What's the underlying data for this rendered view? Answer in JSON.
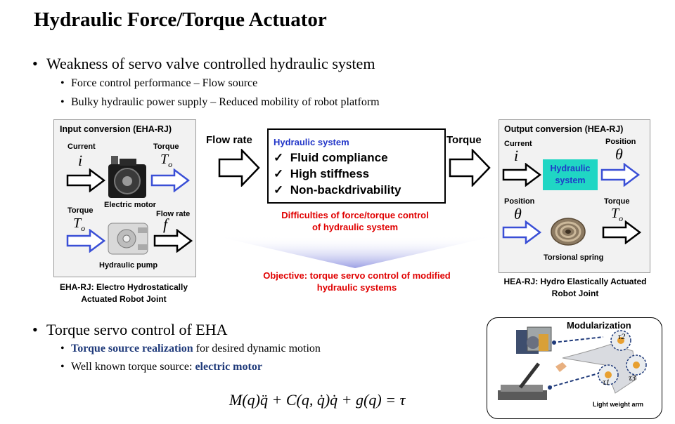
{
  "title": "Hydraulic Force/Torque Actuator",
  "bullet1": {
    "text": "Weakness of servo valve controlled hydraulic system",
    "subs": [
      "Force control performance – Flow source",
      "Bulky hydraulic power supply – Reduced mobility of robot platform"
    ]
  },
  "eha_panel": {
    "title": "Input conversion (EHA-RJ)",
    "current": "Current",
    "current_sym": "i",
    "torque1": "Torque",
    "torque1_sym": "T",
    "torque1_sub": "o",
    "motor": "Electric motor",
    "torque2": "Torque",
    "torque2_sym": "T",
    "torque2_sub": "o",
    "flowrate": "Flow rate",
    "flow_sym": "f",
    "pump": "Hydraulic pump",
    "caption": [
      "EHA-RJ: Electro Hydrostatically",
      "Actuated Robot Joint"
    ]
  },
  "center": {
    "flow_rate": "Flow rate",
    "torque": "Torque",
    "box_title": "Hydraulic system",
    "checks": [
      "Fluid compliance",
      "High stiffness",
      "Non-backdrivability"
    ],
    "check_mark": "✓",
    "difficulty": [
      "Difficulties of force/torque control",
      "of hydraulic system"
    ],
    "objective": [
      "Objective: torque servo control of modified",
      "hydraulic systems"
    ]
  },
  "hea_panel": {
    "title": "Output conversion (HEA-RJ)",
    "current": "Current",
    "current_sym": "i",
    "position1": "Position",
    "theta1": "θ",
    "hyd": [
      "Hydraulic",
      "system"
    ],
    "position2": "Position",
    "theta2": "θ",
    "torque": "Torque",
    "torque_sym": "T",
    "torque_sub": "o",
    "spring": "Torsional spring",
    "caption": [
      "HEA-RJ: Hydro Elastically Actuated",
      "Robot Joint"
    ]
  },
  "bullet2": {
    "text": "Torque servo control of EHA",
    "sub1_bold": "Torque source realization",
    "sub1_rest": " for desired dynamic motion",
    "sub2_plain": "Well known torque source: ",
    "sub2_bold": "electric motor"
  },
  "equation": "M(q)q̈ + C(q, q̇)q̇ + g(q) = τ",
  "modular": {
    "title": "Modularization",
    "tau2": "τ2",
    "tau1": "τ1",
    "tau3": "τ3",
    "arm": "Light weight arm"
  },
  "colors": {
    "blue_arrow": "#3a4fd6",
    "teal": "#20d6c4",
    "red": "#e00000",
    "navy": "#1f3a7a"
  }
}
